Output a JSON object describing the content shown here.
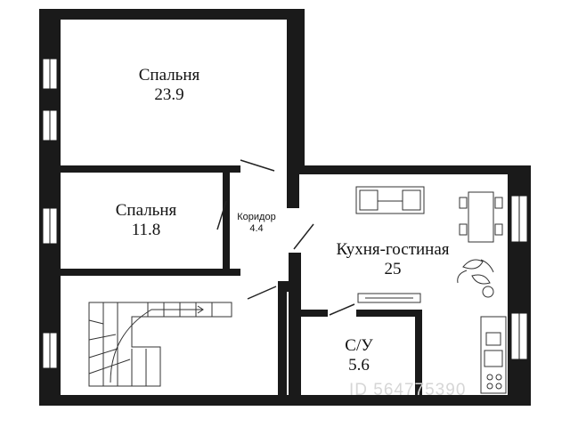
{
  "rooms": {
    "bedroom_big": {
      "name": "Спальня",
      "area": "23.9"
    },
    "bedroom_small": {
      "name": "Спальня",
      "area": "11.8"
    },
    "corridor": {
      "name": "Коридор",
      "area": "4.4"
    },
    "kitchen": {
      "name": "Кухня-гостиная",
      "area": "25"
    },
    "bathroom": {
      "name": "С/У",
      "area": "5.6"
    }
  },
  "watermark": "ID 564775390",
  "colors": {
    "wall": "#1a1a1a",
    "window": "#ffffff",
    "line": "#222222"
  }
}
